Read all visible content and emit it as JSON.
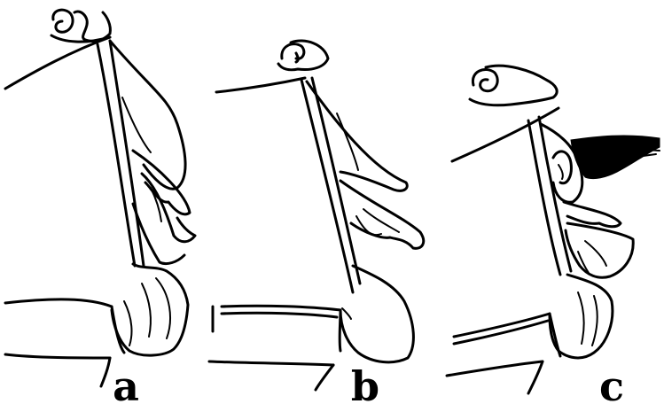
{
  "figure": {
    "panels": [
      {
        "id": "a",
        "label": "a"
      },
      {
        "id": "b",
        "label": "b"
      },
      {
        "id": "c",
        "label": "c"
      }
    ],
    "ink_color": "#000000",
    "background_color": "#ffffff"
  }
}
